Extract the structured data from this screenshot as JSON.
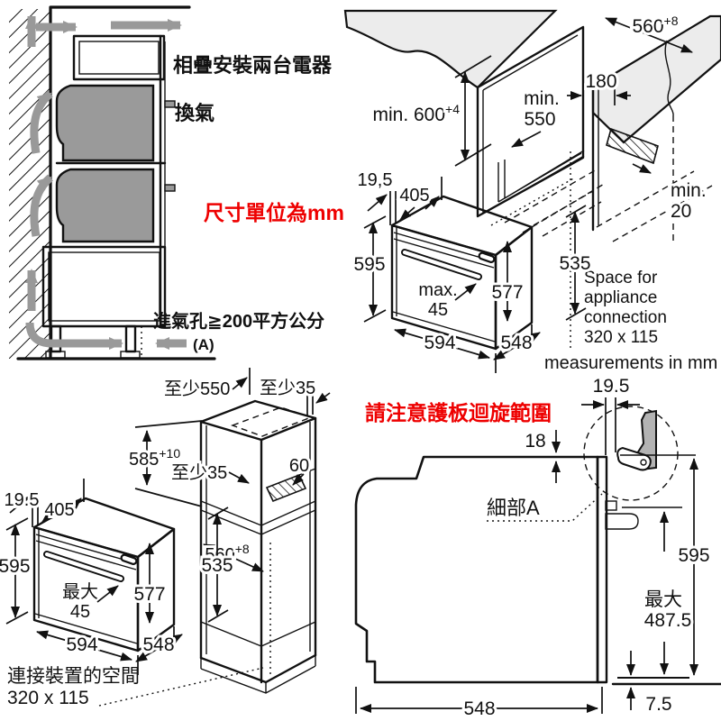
{
  "colors": {
    "red_note": "#ee0000",
    "airflow_gray": "#999999",
    "appliance_gray": "#9a9a9a",
    "counter_gray": "#ececec",
    "line_black": "#111111"
  },
  "stacking_diagram": {
    "title": "相疊安裝兩台電器",
    "ventilation_label": "換氣",
    "units_note_red": "尺寸單位為mm",
    "air_inlet_note": "進氣孔≧200平方公分",
    "air_inlet_marker": "(A)"
  },
  "niche_diagram": {
    "niche_width_base": "560",
    "niche_width_sup": "+8",
    "side_gap": "180",
    "niche_height_base": "min. 600",
    "niche_height_sup": "+4",
    "depth_line1": "min.",
    "depth_line2": "550",
    "clearance_line1": "min.",
    "clearance_line2": "20",
    "connection_note_line1": "Space for",
    "connection_note_line2": "appliance",
    "connection_note_line3": "connection",
    "connection_note_line4": "320 x 115",
    "units_note": "measurements in mm"
  },
  "oven_top": {
    "front_gap": "19,5",
    "top_depth": "405",
    "front_height": "595",
    "side_height": "535",
    "door_max_line1": "max.",
    "door_max_line2": "45",
    "body_height": "577",
    "front_width": "594",
    "body_depth": "548"
  },
  "column_diagram": {
    "min_depth": "至少550",
    "min_gap_top": "至少35",
    "niche_height_base": "585",
    "niche_height_sup": "+10",
    "min_gap_shelf": "至少35",
    "vent_width": "60",
    "niche_width_base": "560",
    "niche_width_sup": "+8"
  },
  "oven_bottom": {
    "front_gap": "19.5",
    "top_depth": "405",
    "front_height": "595",
    "side_height": "535",
    "door_max_line1": "最大",
    "door_max_line2": "45",
    "body_height": "577",
    "front_width": "594",
    "body_depth": "548",
    "connection_note_line1": "連接裝置的空間",
    "connection_note_line2": "320 x 115"
  },
  "side_profile": {
    "warning_note_red": "請注意護板迴旋範圍",
    "hinge_gap": "19.5",
    "top_overlap": "18",
    "detail_label": "細部A",
    "height": "595",
    "door_swing_line1": "最大",
    "door_swing_line2": "487.5",
    "depth": "548",
    "bottom_gap": "7.5"
  }
}
